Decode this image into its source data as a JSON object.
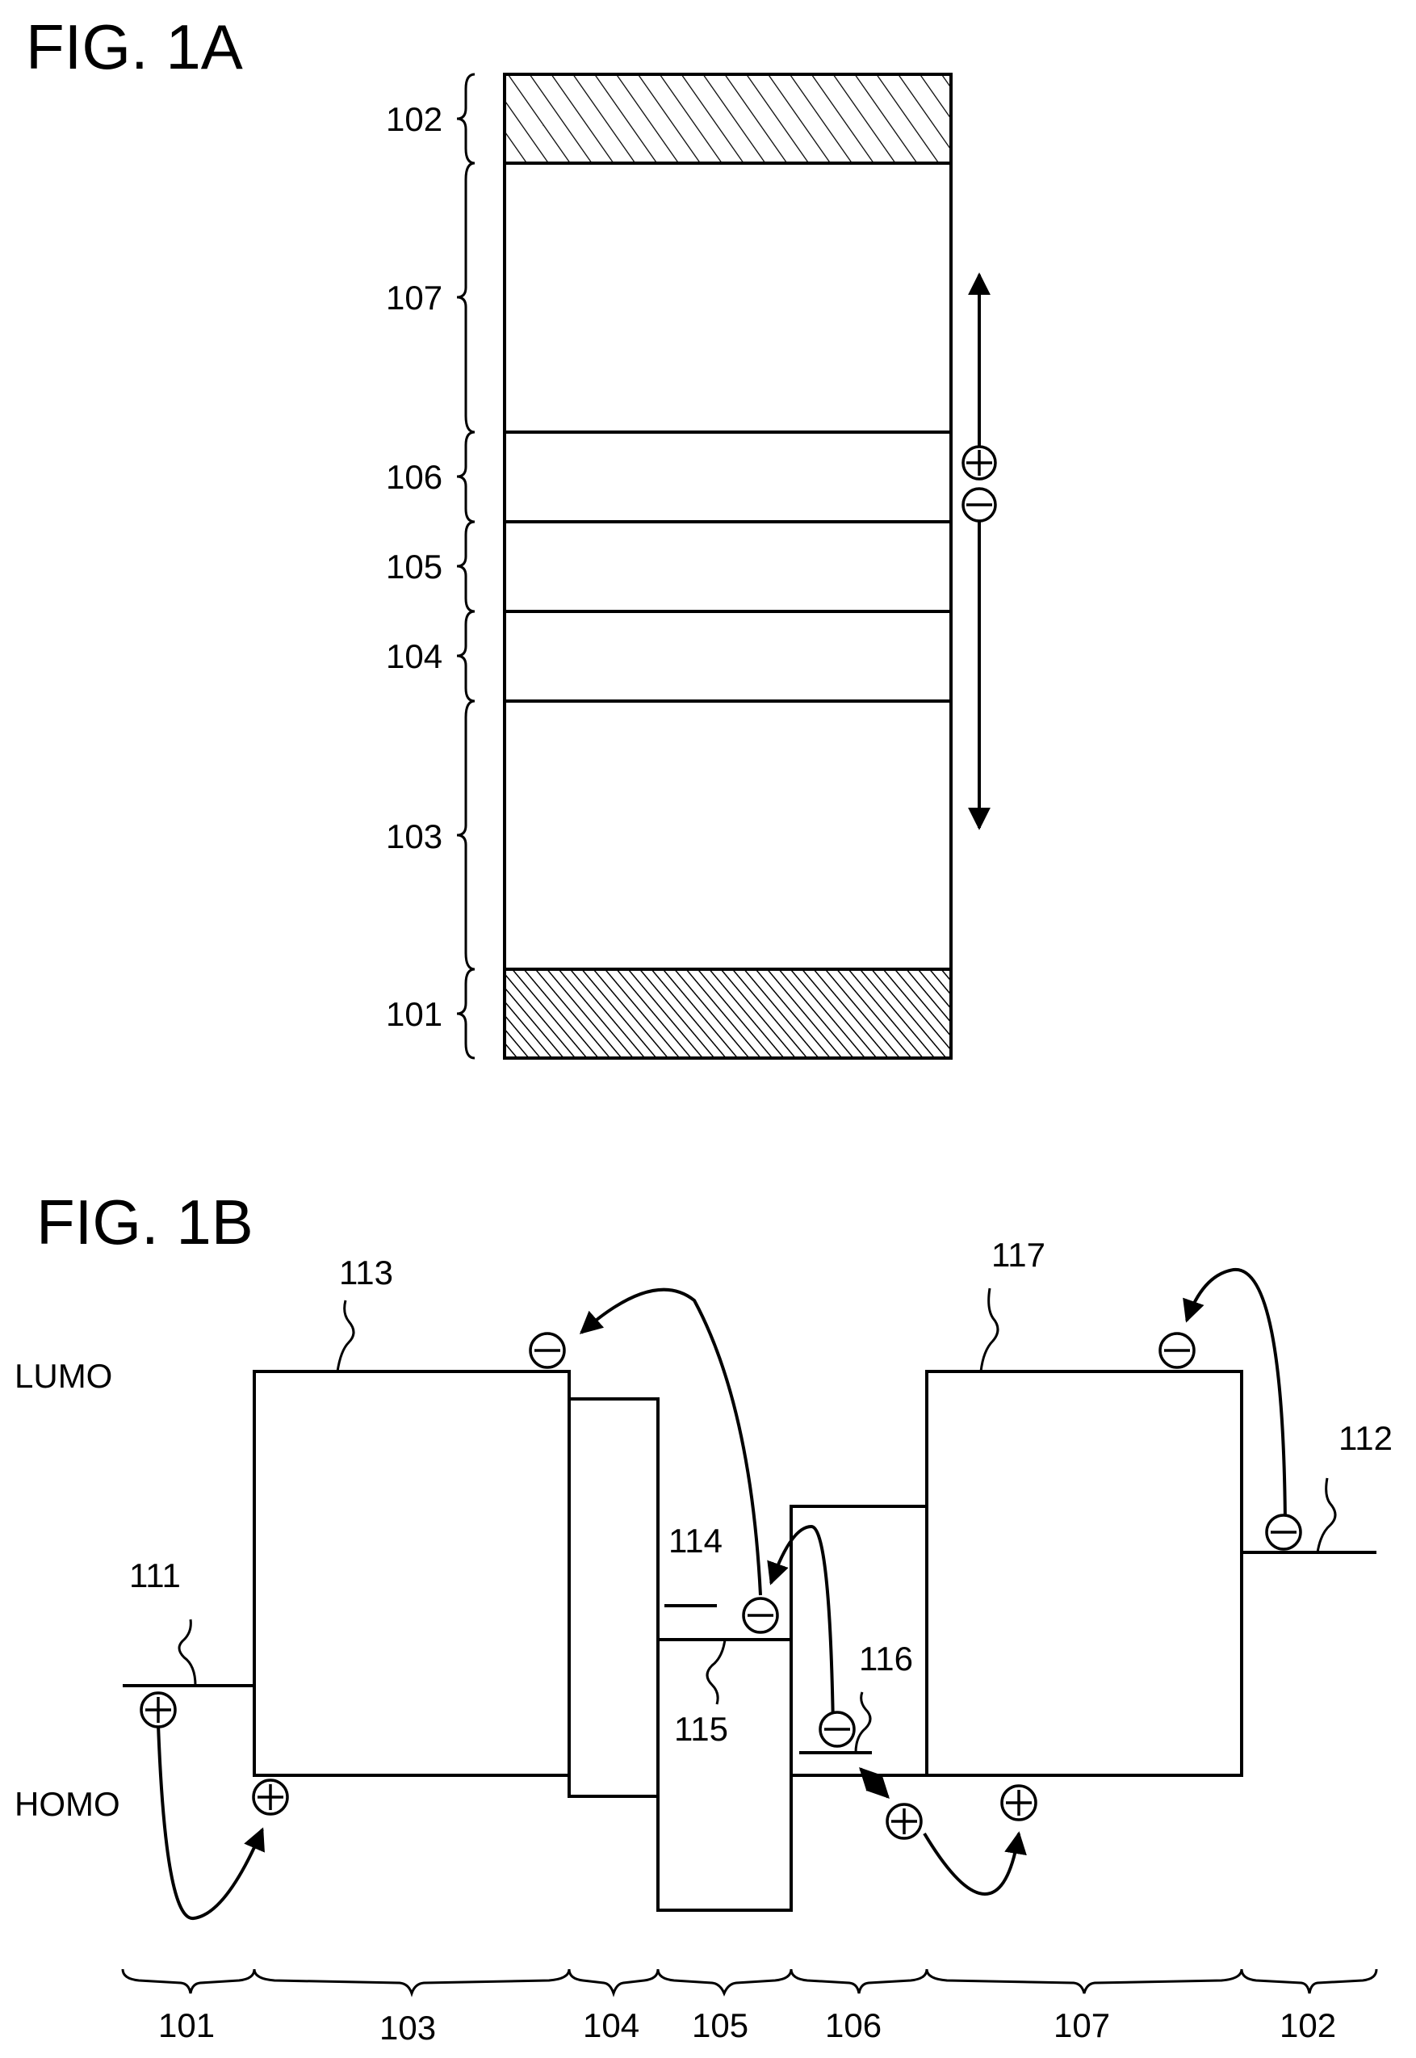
{
  "fig1a": {
    "title": "FIG. 1A",
    "layers": [
      {
        "ref": "102",
        "hatch": "light"
      },
      {
        "ref": "107",
        "hatch": "none"
      },
      {
        "ref": "106",
        "hatch": "none"
      },
      {
        "ref": "105",
        "hatch": "none"
      },
      {
        "ref": "104",
        "hatch": "none"
      },
      {
        "ref": "103",
        "hatch": "none"
      },
      {
        "ref": "101",
        "hatch": "dense"
      }
    ],
    "carrier_symbols": [
      "⊕",
      "⊖"
    ]
  },
  "fig1b": {
    "title": "FIG. 1B",
    "lumo_label": "LUMO",
    "homo_label": "HOMO",
    "level_refs": {
      "r111": "111",
      "r112": "112",
      "r113": "113",
      "r114": "114",
      "r115": "115",
      "r116": "116",
      "r117": "117"
    },
    "regions": [
      "101",
      "103",
      "104",
      "105",
      "106",
      "107",
      "102"
    ]
  }
}
